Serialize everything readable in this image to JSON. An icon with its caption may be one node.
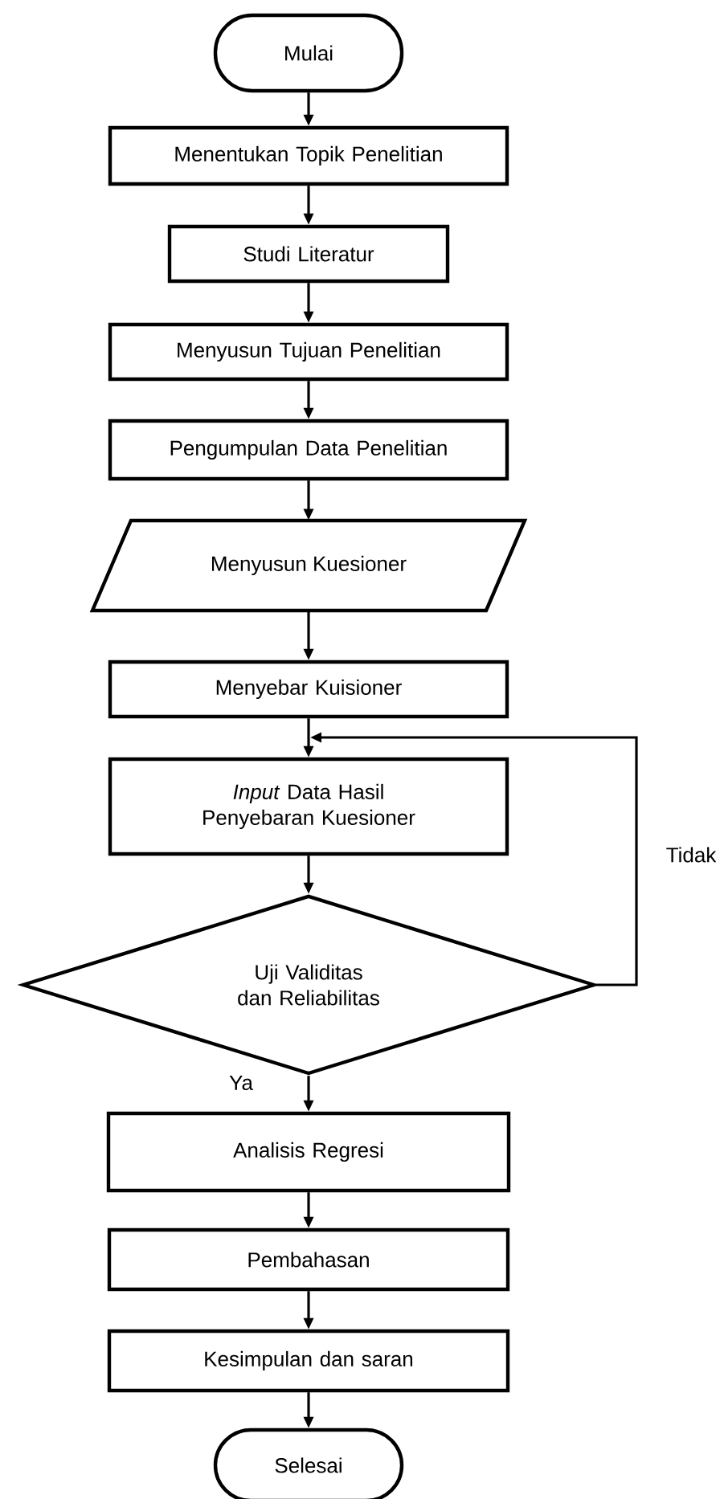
{
  "diagram": {
    "nodes": [
      {
        "text": [
          "Mulai"
        ]
      },
      {
        "text": [
          "Menentukan Topik Penelitian"
        ]
      },
      {
        "text": [
          "Studi Literatur"
        ]
      },
      {
        "text": [
          "Menyusun Tujuan Penelitian"
        ]
      },
      {
        "text": [
          "Pengumpulan Data Penelitian"
        ]
      },
      {
        "text": [
          "Menyusun Kuesioner"
        ]
      },
      {
        "text": [
          "Menyebar  Kuisioner"
        ]
      },
      {
        "text": [
          "*Input* Data Hasil Penyebaran Kuesioner"
        ]
      },
      {
        "text": [
          "Uji Validitas dan Reliabilitas"
        ]
      },
      {
        "text": [
          "Analisis Regresi"
        ]
      },
      {
        "text": [
          "Pembahasan"
        ]
      },
      {
        "text": [
          "Kesimpulan dan saran"
        ]
      },
      {
        "text": [
          "Selesai"
        ]
      }
    ],
    "edges": [
      {
        "from": 0,
        "to": 1,
        "arrow": "to"
      },
      {
        "from": 1,
        "to": 2,
        "arrow": "to"
      },
      {
        "from": 2,
        "to": 3,
        "arrow": "to"
      },
      {
        "from": 3,
        "to": 4,
        "arrow": "to"
      },
      {
        "from": 4,
        "to": 5,
        "arrow": "to"
      },
      {
        "from": 5,
        "to": 6,
        "arrow": "to"
      },
      {
        "from": 6,
        "to": 7,
        "arrow": "to"
      },
      {
        "from": 7,
        "to": 8,
        "arrow": "to"
      },
      {
        "from": 8,
        "to": 7,
        "arrow": "to",
        "label": "Tidak"
      },
      {
        "from": 8,
        "to": 9,
        "arrow": "to",
        "label": "Ya"
      },
      {
        "from": 9,
        "to": 10,
        "arrow": "to"
      },
      {
        "from": 10,
        "to": 11,
        "arrow": "to"
      },
      {
        "from": 11,
        "to": 12,
        "arrow": "to"
      }
    ]
  }
}
